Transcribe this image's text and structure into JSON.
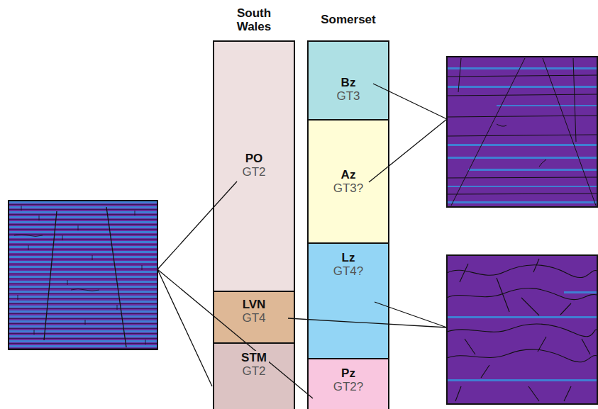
{
  "diagram": {
    "nodes": [
      {
        "text": [
          "PO",
          "GT2"
        ]
      },
      {
        "text": [
          "LVN",
          "GT4"
        ]
      },
      {
        "text": [
          "STM",
          "GT2"
        ]
      },
      {
        "text": [
          "Bz",
          "GT3"
        ]
      },
      {
        "text": [
          "Az",
          "GT3?"
        ]
      },
      {
        "text": [
          "Lz",
          "GT4?"
        ]
      },
      {
        "text": [
          "Pz",
          "GT2?"
        ]
      }
    ],
    "labels": [
      "South Wales",
      "Somerset"
    ]
  }
}
